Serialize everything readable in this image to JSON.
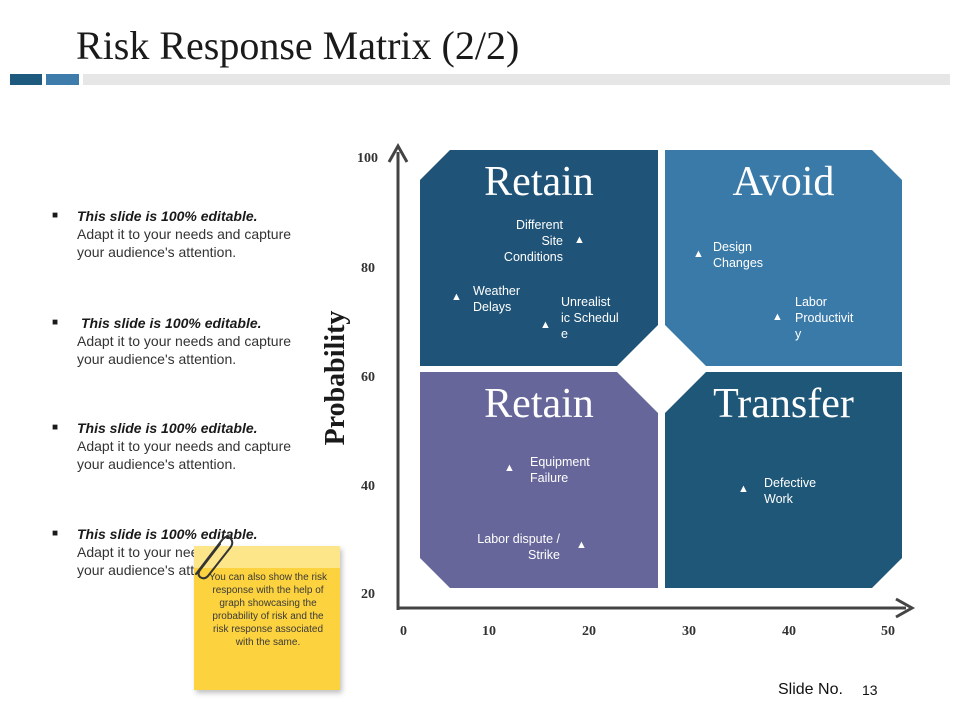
{
  "slide": {
    "title": "Risk Response Matrix (2/2)",
    "slide_no_label": "Slide No.",
    "slide_number": "13"
  },
  "colors": {
    "accent_dark": "#1d5a7e",
    "accent_mid": "#3d7cab",
    "retain_top": "#1f5377",
    "avoid": "#3a7aa8",
    "retain_bottom": "#66669a",
    "transfer": "#1e5777",
    "sticky_note": "#fcd23e"
  },
  "bullets": [
    {
      "bold": "This slide is 100% editable.",
      "text": "Adapt it to your needs and capture your audience's attention."
    },
    {
      "bold": "This slide is 100% editable.",
      "text": "Adapt it to your needs and capture your audience's attention."
    },
    {
      "bold": "This slide is 100% editable.",
      "text": "Adapt it to your needs and capture your audience's attention."
    },
    {
      "bold": "This slide is 100% editable.",
      "text": "Adapt it to your needs and capture your audience's attention."
    }
  ],
  "sticky_note": {
    "text": "You can also show the risk response with the help of graph showcasing the probability of risk and the risk response associated with the same."
  },
  "matrix": {
    "y_axis_label": "Probability",
    "y_ticks": [
      "100",
      "80",
      "60",
      "40",
      "20"
    ],
    "x_ticks": [
      "0",
      "10",
      "20",
      "30",
      "40",
      "50"
    ],
    "quadrants": [
      {
        "label": "Retain",
        "risks": [
          {
            "text": "Different Site Conditions"
          },
          {
            "text": "Weather Delays"
          },
          {
            "text": "Unrealist ic Schedul e"
          }
        ]
      },
      {
        "label": "Avoid",
        "risks": [
          {
            "text": "Design Changes"
          },
          {
            "text": "Labor Productivit y"
          }
        ]
      },
      {
        "label": "Retain",
        "risks": [
          {
            "text": "Equipment Failure"
          },
          {
            "text": "Labor dispute / Strike"
          }
        ]
      },
      {
        "label": "Transfer",
        "risks": [
          {
            "text": "Defective Work"
          }
        ]
      }
    ]
  }
}
